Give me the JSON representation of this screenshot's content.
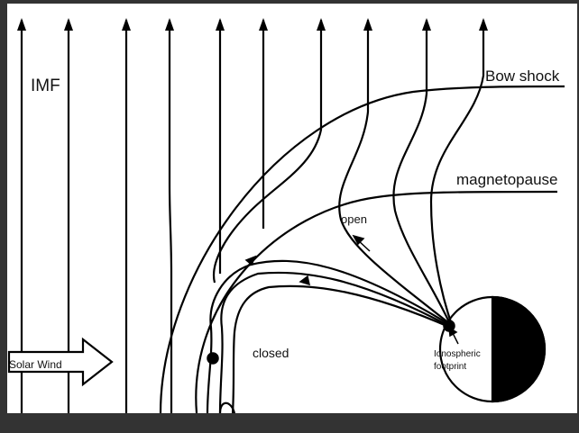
{
  "labels": {
    "imf": "IMF",
    "bow_shock": "Bow shock",
    "magnetopause": "magnetopause",
    "open": "open",
    "closed": "closed",
    "footprint_line1": "Ionospheric",
    "footprint_line2": "footprint",
    "solar_wind": "Solar Wind"
  },
  "colors": {
    "page_background": "#333333",
    "diagram_background": "#ffffff",
    "ink": "#000000"
  }
}
